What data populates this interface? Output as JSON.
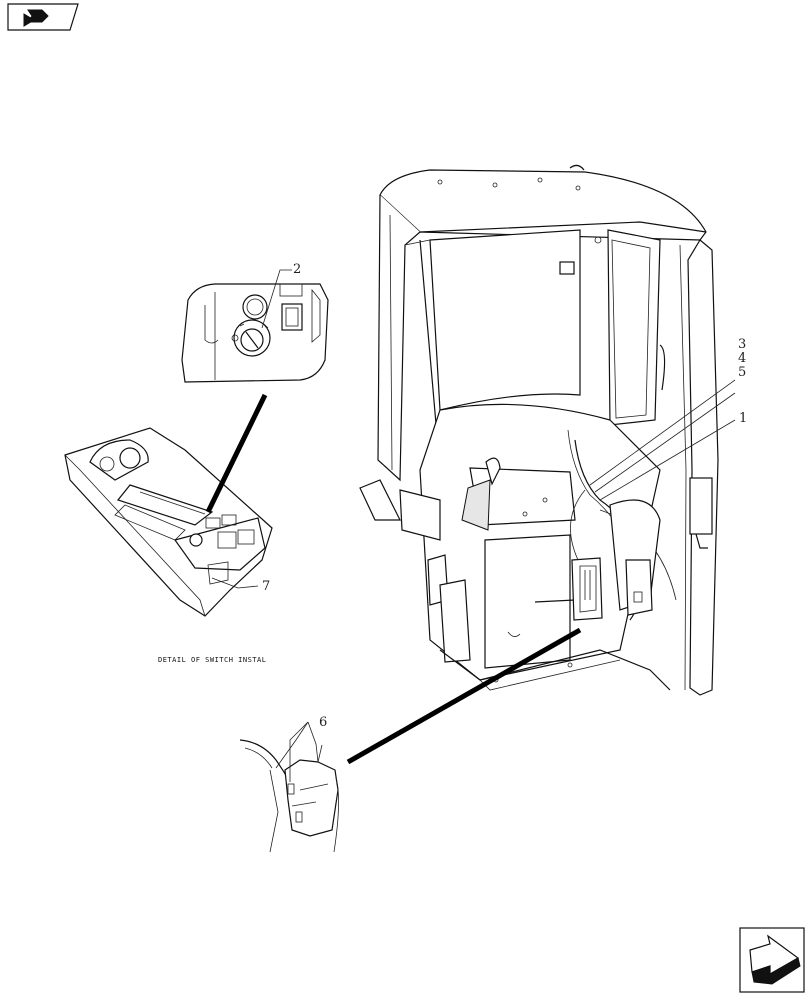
{
  "callouts": {
    "c1": "1",
    "c2": "2",
    "c3": "3",
    "c4": "4",
    "c5": "5",
    "c6": "6",
    "c7": "7"
  },
  "caption": "DETAIL OF SWITCH INSTAL",
  "icons": {
    "top_left": "navigate-back-arrow-icon",
    "bottom_right": "navigate-forward-arrow-icon"
  }
}
